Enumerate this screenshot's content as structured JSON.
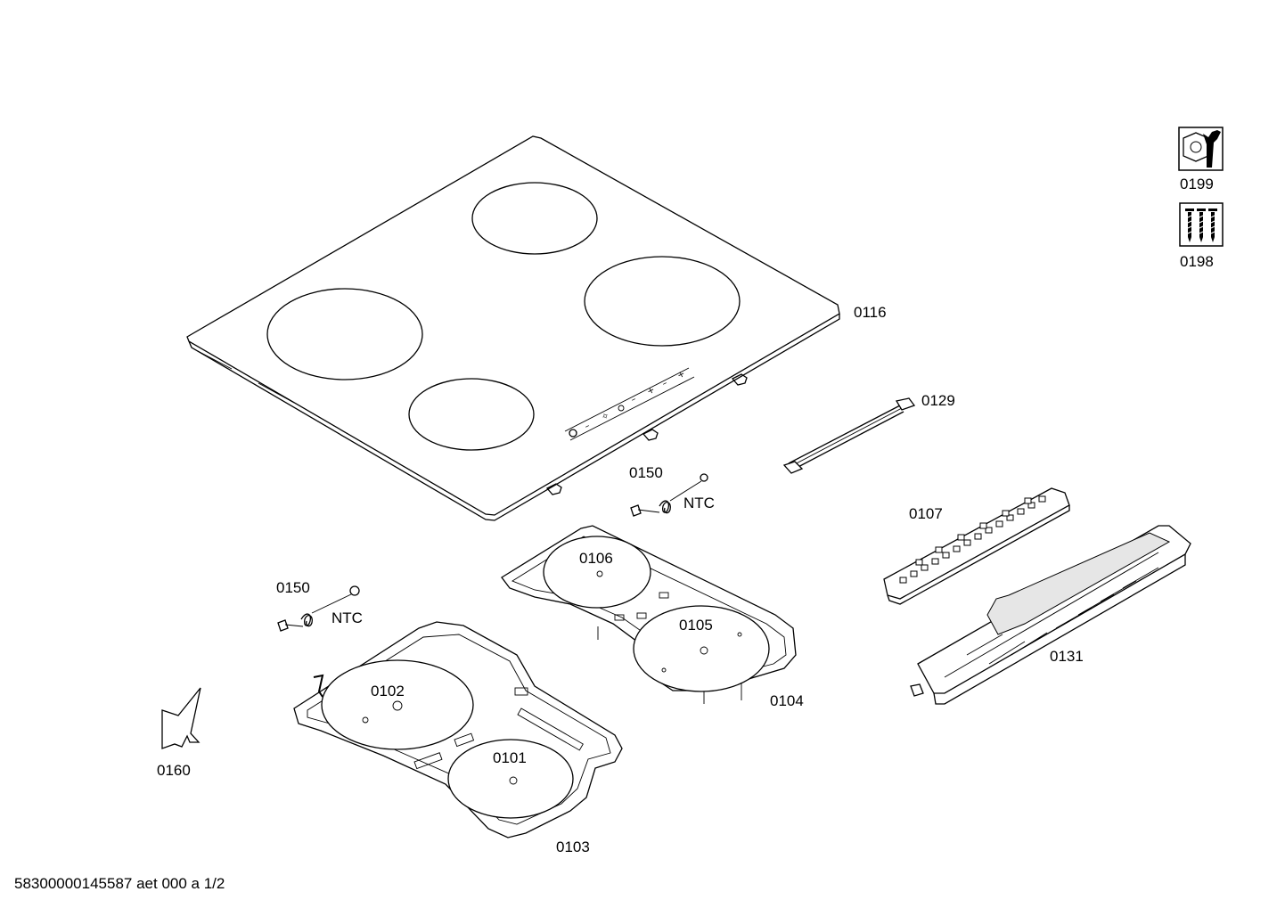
{
  "callouts": {
    "p0116": "0116",
    "p0129": "0129",
    "p0150a": "0150",
    "p0150b": "0150",
    "ntc_a": "NTC",
    "ntc_b": "NTC",
    "p0107": "0107",
    "p0106": "0106",
    "p0105": "0105",
    "p0104": "0104",
    "p0131": "0131",
    "p0102": "0102",
    "p0101": "0101",
    "p0103": "0103",
    "p0160": "0160"
  },
  "kit_icons": [
    {
      "icon": "nut-wrench-icon",
      "part_no": "0199"
    },
    {
      "icon": "screws-icon",
      "part_no": "0198"
    }
  ],
  "footer": {
    "doc_id": "58300000145587 aet 000 a 1/2"
  }
}
